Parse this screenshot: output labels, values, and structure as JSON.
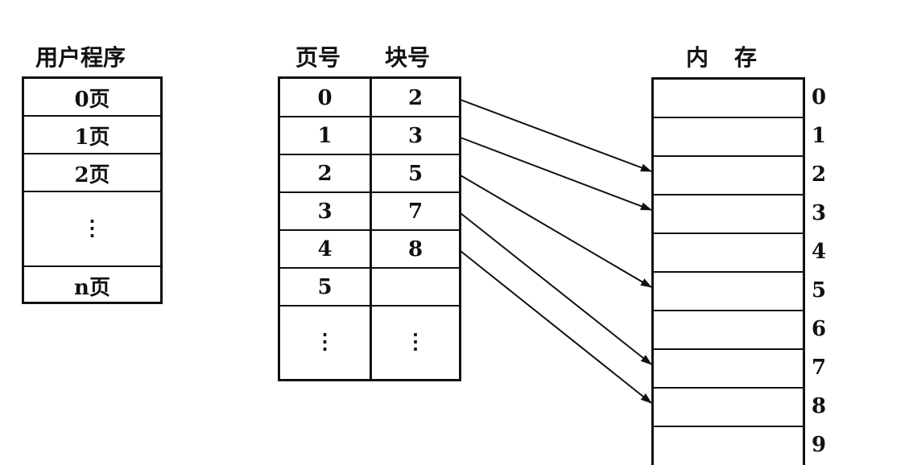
{
  "user_program": {
    "title": "用户程序",
    "pages": [
      "0页",
      "1页",
      "2页",
      "⋮",
      "n页"
    ]
  },
  "page_table": {
    "col_page_header": "页号",
    "col_block_header": "块号",
    "rows": [
      {
        "page": "0",
        "block": "2"
      },
      {
        "page": "1",
        "block": "3"
      },
      {
        "page": "2",
        "block": "5"
      },
      {
        "page": "3",
        "block": "7"
      },
      {
        "page": "4",
        "block": "8"
      },
      {
        "page": "5",
        "block": ""
      },
      {
        "page": "⋮",
        "block": "⋮"
      }
    ]
  },
  "memory": {
    "title": "内　存",
    "blocks": [
      "0",
      "1",
      "2",
      "3",
      "4",
      "5",
      "6",
      "7",
      "8",
      "9"
    ]
  },
  "mappings": [
    {
      "page": 0,
      "block": 2
    },
    {
      "page": 1,
      "block": 3
    },
    {
      "page": 2,
      "block": 5
    },
    {
      "page": 3,
      "block": 7
    },
    {
      "page": 4,
      "block": 8
    }
  ]
}
